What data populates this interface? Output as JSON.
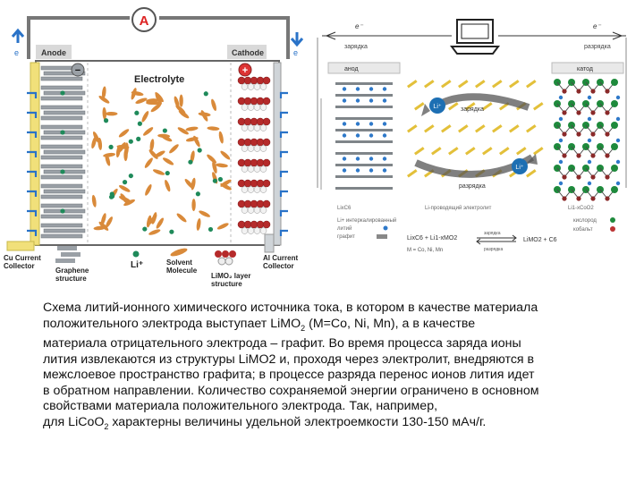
{
  "left_diagram": {
    "voltmeter_symbol": "A",
    "anode_label": "Anode",
    "cathode_label": "Cathode",
    "electrolyte_label": "Electrolyte",
    "electron_label": "e",
    "minus_sign": "−",
    "plus_sign": "+",
    "cu_collector_label": [
      "Cu Current",
      "Collector"
    ],
    "graphene_label": [
      "Graphene",
      "structure"
    ],
    "li_ion_label": "Li⁺",
    "solvent_label": [
      "Solvent",
      "Molecule"
    ],
    "al_collector_label": [
      "Al Current",
      "Collector"
    ],
    "limo2_label": [
      "LiMO₂ layer",
      "structure"
    ]
  },
  "right_diagram": {
    "electron_left": "e⁻",
    "electron_right": "e⁻",
    "charge_top": "зарядка",
    "discharge_top": "разрядка",
    "anode_label": "анод",
    "cathode_label": "катод",
    "li_ion": "Li⁺",
    "charge_mid": "зарядка",
    "discharge_mid": "разрядка",
    "bottom_left_formula": "LixC6",
    "bottom_mid_label": "Li-проводящий электролит",
    "bottom_right_formula": "Li1-xCoO2",
    "legend_left": [
      "Li+ интеркалированный",
      "литий",
      "графит"
    ],
    "reaction_left": "LixC6 + Li1-xMO2",
    "reaction_arrow_top": "зарядка",
    "reaction_arrow_bottom": "разрядка",
    "reaction_right": "LiMO2 + C6",
    "reaction_note": "M = Co, Ni, Mn",
    "legend_right": [
      "кислород",
      "кобальт"
    ]
  },
  "caption": {
    "line1": "Схема литий-ионного химического источника тока, в котором в качестве материала",
    "line2_pre": "положительного электрода выступает LiMO",
    "line2_sub": "2",
    "line2_post": " (M=Co, Ni, Mn), а в качестве",
    "line3": "материала отрицательного электрода – графит. Во время процесса заряда ионы",
    "line4": "лития извлекаются из структуры LiMO2 и, проходя через электролит, внедряются в",
    "line5": "межслоевое пространство графита; в процессе разряда перенос ионов лития идет",
    "line6": "в обратном направлении. Количество сохраняемой энергии ограничено в основном",
    "line7": "свойствами материала положительного электрода. Так, например,",
    "line8_pre": "для LiCoO",
    "line8_sub": "2",
    "line8_post": " характерны величины удельной электроемкости 130-150 мАч/г."
  },
  "colors": {
    "anode_yellow": "#f1e07a",
    "graphene_gray": "#9aa0a6",
    "solvent_orange": "#d98a3a",
    "li_green": "#1f8a5a",
    "cathode_red": "#b52a2a",
    "arrow_blue": "#2a73c8",
    "right_blue": "#2f79c9",
    "right_green": "#1e8a3c",
    "right_yellow": "#e3c03a"
  }
}
